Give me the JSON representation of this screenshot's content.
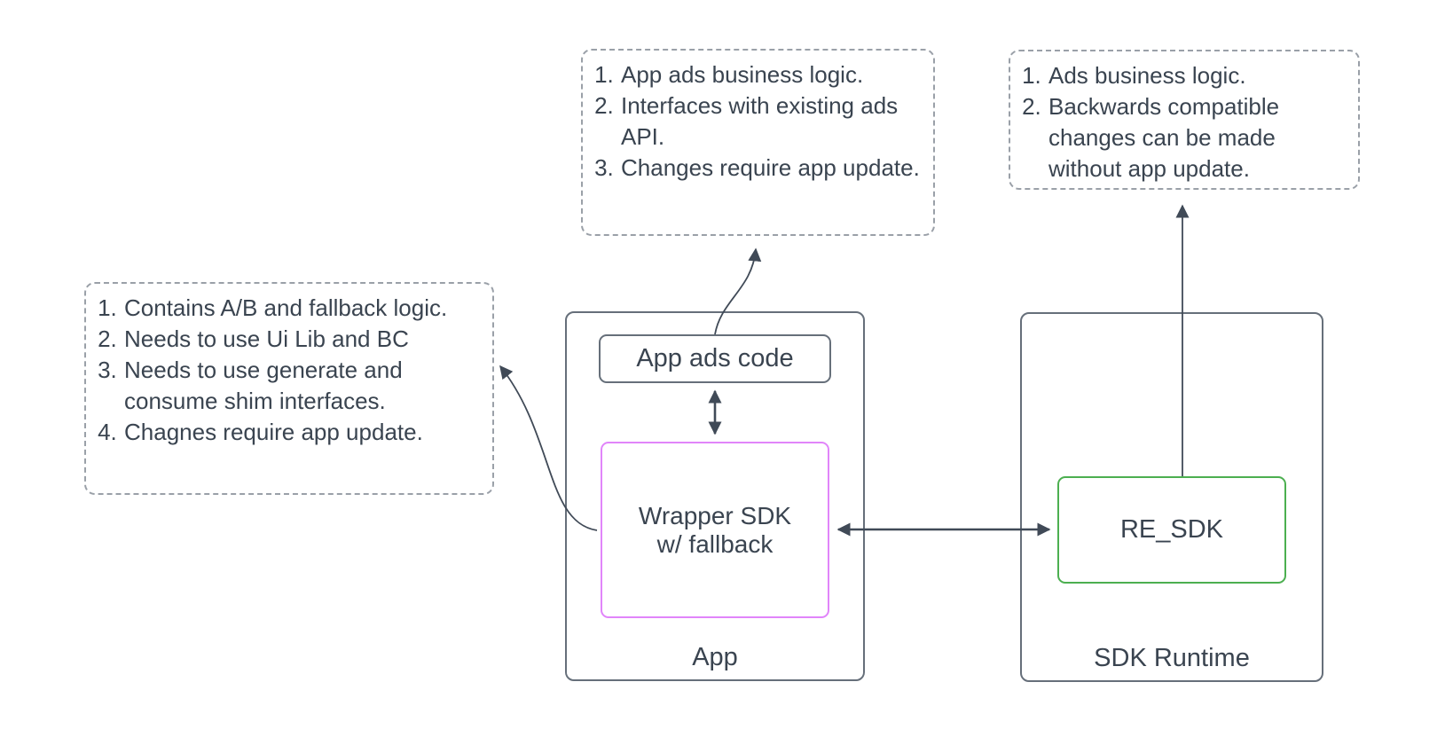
{
  "colors": {
    "bg": "#ffffff",
    "text": "#3a4450",
    "note_border": "#9aa0a8",
    "shape_border": "#666f7a",
    "wrapper_border": "#e185fa",
    "resdk_border": "#4caf50",
    "arrow": "#404a57"
  },
  "notes": {
    "app_ads_note": {
      "items": [
        "App ads business logic.",
        "Interfaces with existing ads API.",
        "Changes require app update."
      ]
    },
    "sdk_note": {
      "items": [
        "Ads business logic.",
        "Backwards compatible changes can be made without app update."
      ]
    },
    "wrapper_note": {
      "items": [
        "Contains A/B and fallback logic.",
        "Needs to use Ui Lib and BC",
        "Needs to use generate and consume shim interfaces.",
        "Chagnes require app update."
      ]
    }
  },
  "nodes": {
    "app_ads_code": "App ads code",
    "wrapper_sdk": "Wrapper SDK\nw/ fallback",
    "re_sdk": "RE_SDK"
  },
  "containers": {
    "app": "App",
    "sdk_runtime": "SDK Runtime"
  },
  "edges": [
    {
      "from": "app_ads_code",
      "to": "wrapper_sdk",
      "bidirectional": true
    },
    {
      "from": "wrapper_sdk",
      "to": "re_sdk",
      "bidirectional": true
    },
    {
      "from": "wrapper_sdk",
      "to": "wrapper_note",
      "bidirectional": false
    },
    {
      "from": "app_ads_code",
      "to": "app_ads_note",
      "bidirectional": false
    },
    {
      "from": "re_sdk",
      "to": "sdk_note",
      "bidirectional": false
    }
  ]
}
